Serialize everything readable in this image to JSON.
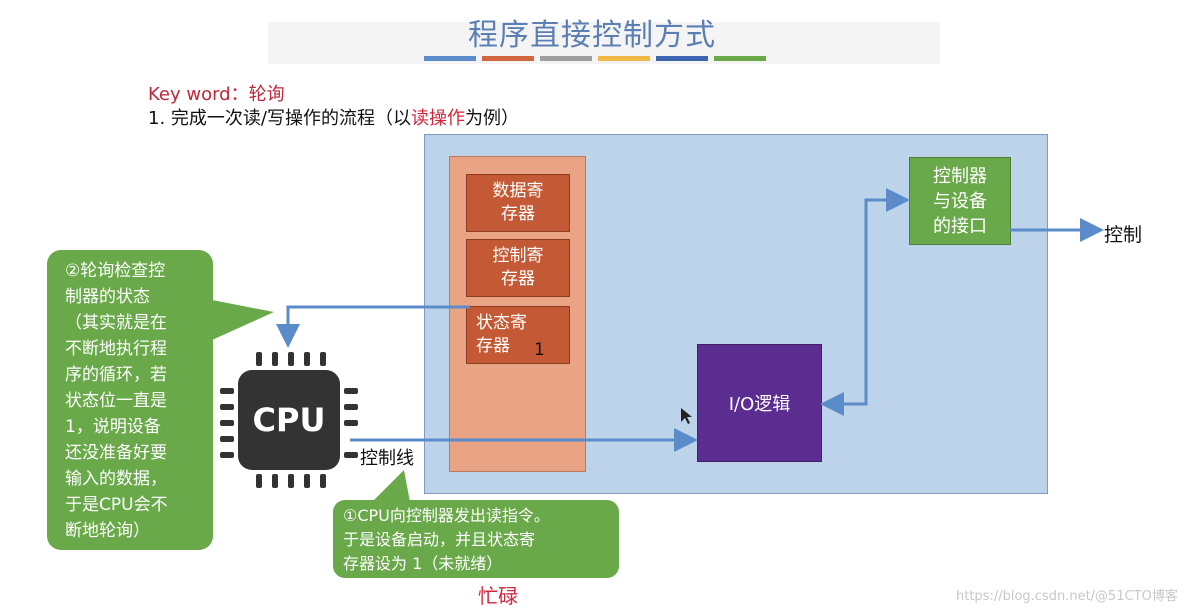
{
  "title": "程序直接控制方式",
  "title_bar_colors": [
    "#5b8cc9",
    "#d2663f",
    "#9e9e9e",
    "#f0b844",
    "#3e66b0",
    "#6aa94a"
  ],
  "keyword_label": "Key word：",
  "keyword_value": "轮询",
  "subtitle": {
    "prefix": "1. 完成一次读/写操作的流程（以",
    "highlight": "读操作",
    "suffix": "为例）"
  },
  "registers": {
    "data_line1": "数据寄",
    "data_line2": "存器",
    "control_line1": "控制寄",
    "control_line2": "存器",
    "status_line1": "状态寄",
    "status_line2": "存器",
    "status_value": "1"
  },
  "controller_interface": {
    "line1": "控制器",
    "line2": "与设备",
    "line3": "的接口"
  },
  "io_logic": "I/O逻辑",
  "control_output": "控制",
  "cpu_label": "CPU",
  "control_line_label": "控制线",
  "callout_left": [
    "②轮询检查控",
    "制器的状态",
    "（其实就是在",
    "不断地执行程",
    "序的循环，若",
    "状态位一直是",
    "1，说明设备",
    "还没准备好要",
    "输入的数据，",
    "于是CPU会不",
    "断地轮询）"
  ],
  "callout_bottom": [
    "①CPU向控制器发出读指令。",
    "于是设备启动，并且状态寄",
    "存器设为 1（未就绪）"
  ],
  "busy_label": "忙碌",
  "watermark": "https://blog.csdn.net/@51CTO博客"
}
